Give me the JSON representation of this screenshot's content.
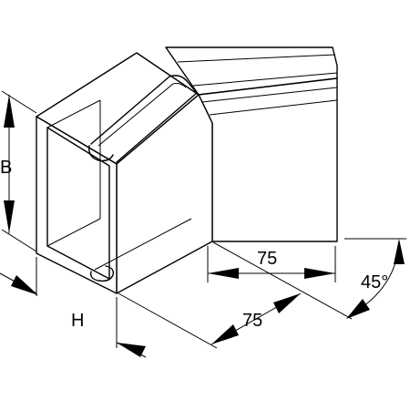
{
  "labels": {
    "b": "B",
    "h": "H",
    "width_top": "75",
    "width_bottom": "75",
    "angle": "45°"
  },
  "colors": {
    "line": "#000000",
    "background": "#ffffff"
  }
}
